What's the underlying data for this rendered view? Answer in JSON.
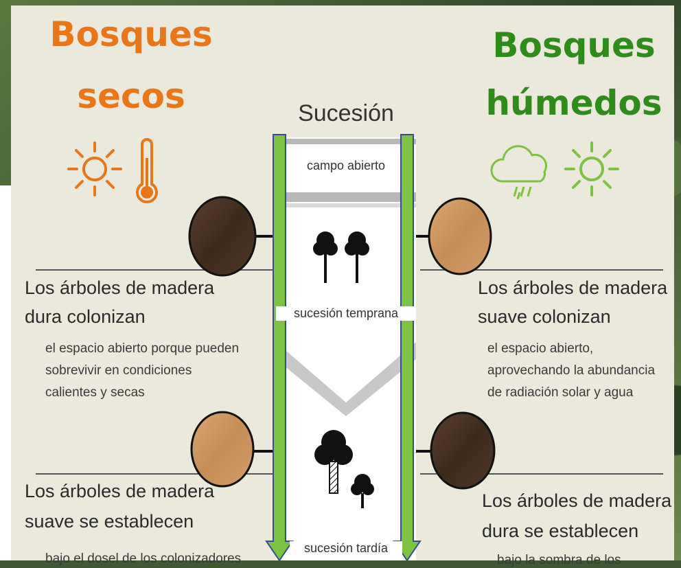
{
  "dry_forest": {
    "title_line1": "Bosques",
    "title_line2": "secos",
    "block1": {
      "heading_line1": "Los árboles de madera",
      "heading_line2": "dura colonizan",
      "body_line1": "el espacio abierto porque pueden",
      "body_line2": "sobrevivir en condiciones",
      "body_line3": "calientes y secas"
    },
    "block2": {
      "heading_line1": "Los árboles de madera",
      "heading_line2": "suave se establecen",
      "body_line1": "bajo el dosel de los colonizadores"
    }
  },
  "wet_forest": {
    "title_line1": "Bosques",
    "title_line2": "húmedos",
    "block1": {
      "heading_line1": "Los árboles de madera",
      "heading_line2": "suave colonizan",
      "body_line1": "el espacio abierto,",
      "body_line2": "aprovechando la abundancia",
      "body_line3": "de radiación solar y agua"
    },
    "block2": {
      "heading_line1": "Los árboles de madera",
      "heading_line2": "dura se establecen",
      "body_line1": "bajo la sombra de los"
    }
  },
  "succession": {
    "title": "Sucesión",
    "stage_open": "campo abierto",
    "stage_early": "sucesión temprana",
    "stage_late": "sucesión tardía"
  },
  "icons": [
    "sun-icon",
    "thermometer-icon",
    "rain-cloud-icon",
    "tree-icon",
    "arrow-down-icon"
  ],
  "colors": {
    "dry_accent": "#e8761a",
    "wet_accent": "#2e8b1c",
    "arrow_green": "#7dc242",
    "arrow_outline": "#2f4f8f",
    "panel_bg": "#ebe8dc",
    "dark_wood": "#4a3322",
    "light_wood": "#c8955e"
  }
}
